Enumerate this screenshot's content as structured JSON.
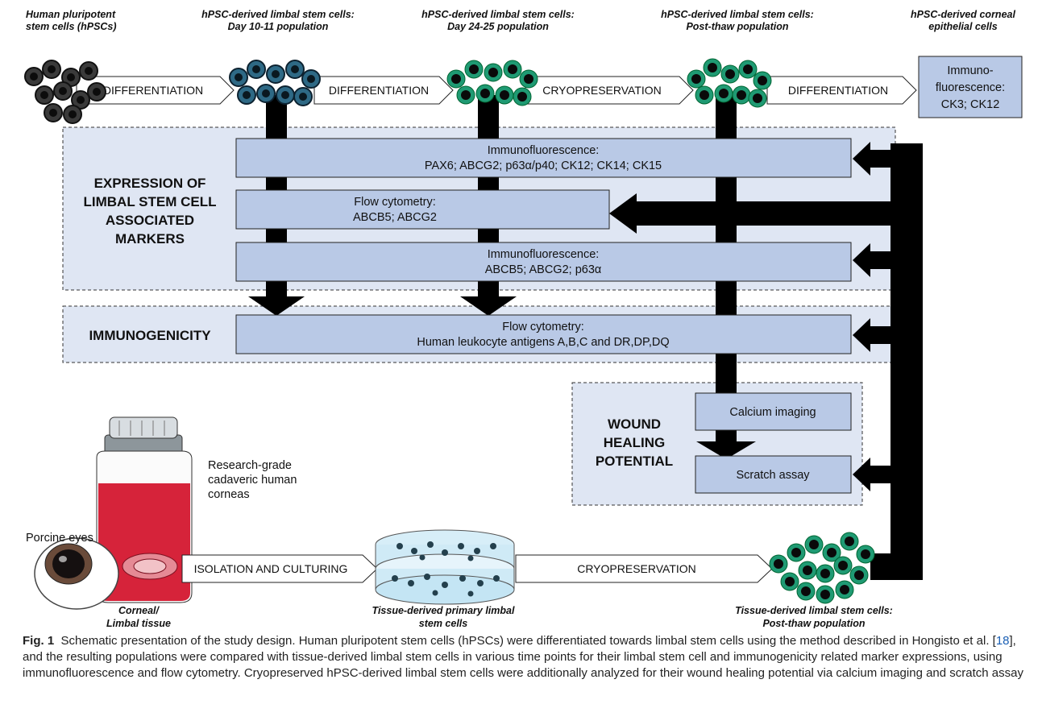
{
  "headers": {
    "hpsc": [
      "Human pluripotent",
      "stem cells (hPSCs)"
    ],
    "day10": [
      "hPSC-derived limbal stem cells:",
      "Day 10-11 population"
    ],
    "day24": [
      "hPSC-derived limbal stem cells:",
      "Day 24-25 population"
    ],
    "postthaw": [
      "hPSC-derived limbal stem cells:",
      "Post-thaw population"
    ],
    "corneal": [
      "hPSC-derived corneal",
      "epithelial cells"
    ]
  },
  "steps": {
    "diff1": "DIFFERENTIATION",
    "diff2": "DIFFERENTIATION",
    "cryo1": "CRYOPRESERVATION",
    "diff3": "DIFFERENTIATION",
    "isolation": "ISOLATION AND CULTURING",
    "cryo2": "CRYOPRESERVATION"
  },
  "ck_box": [
    "Immuno-",
    "fluorescence:",
    "CK3; CK12"
  ],
  "sections": {
    "expression": [
      "EXPRESSION OF",
      "LIMBAL STEM CELL",
      "ASSOCIATED",
      "MARKERS"
    ],
    "immunogenicity": "IMMUNOGENICITY",
    "wound": [
      "WOUND",
      "HEALING",
      "POTENTIAL"
    ]
  },
  "assays": {
    "if1": [
      "Immunofluorescence:",
      "PAX6; ABCG2; p63α/p40; CK12; CK14; CK15"
    ],
    "flow1": [
      "Flow cytometry:",
      "ABCB5; ABCG2"
    ],
    "if2": [
      "Immunofluorescence:",
      "ABCB5; ABCG2; p63α"
    ],
    "flow2": [
      "Flow cytometry:",
      "Human leukocyte antigens A,B,C and DR,DP,DQ"
    ],
    "calcium": "Calcium imaging",
    "scratch": "Scratch assay"
  },
  "tissue": {
    "research": [
      "Research-grade",
      "cadaveric human",
      "corneas"
    ],
    "porcine": "Porcine eyes",
    "corneal_label": [
      "Corneal/",
      "Limbal tissue"
    ],
    "primary_label": [
      "Tissue-derived primary limbal",
      "stem cells"
    ],
    "postthaw_label": [
      "Tissue-derived limbal stem cells:",
      "Post-thaw population"
    ]
  },
  "caption": {
    "label": "Fig. 1",
    "part1": "Schematic presentation of the study design. Human pluripotent stem cells (hPSCs) were differentiated towards limbal stem cells using the method described in Hongisto et al. [",
    "ref": "18",
    "part2": "], and the resulting populations were compared with tissue-derived limbal stem cells in various time points for their limbal stem cell and immunogenicity related marker expressions, using immunofluorescence and flow cytometry. Cryopreserved hPSC-derived limbal stem cells were additionally analyzed for their wound healing potential via calcium imaging and scratch assay"
  },
  "colors": {
    "panel": "#dfe6f3",
    "box": "#b9c9e6",
    "hpsc_cell": "#3a3a3a",
    "day10_cell": "#2e5f7a",
    "lsc_cell": "#1f8f6b",
    "arrow": "#000000",
    "bottle_liquid": "#d6233a"
  }
}
